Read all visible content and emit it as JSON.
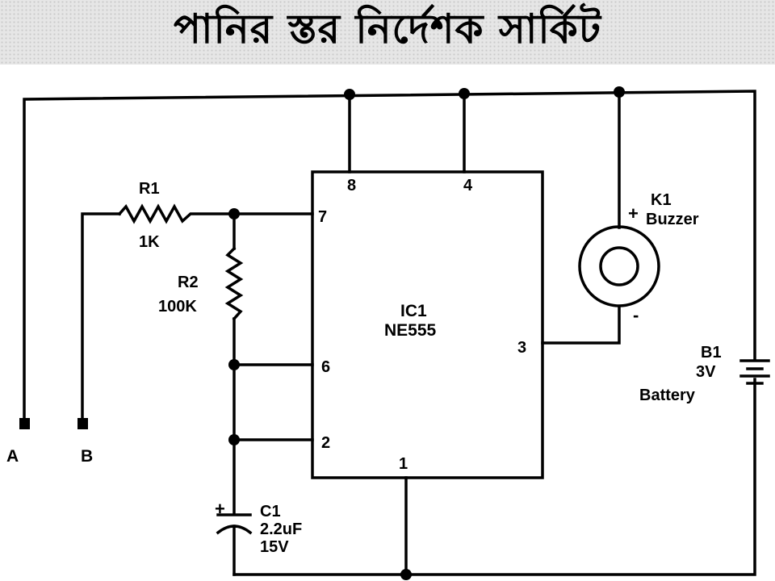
{
  "title": "পানির স্তর নির্দেশক সার্কিট",
  "terminals": {
    "a": "A",
    "b": "B"
  },
  "ic": {
    "name": "IC1",
    "part": "NE555",
    "pins": {
      "p8": "8",
      "p4": "4",
      "p7": "7",
      "p6": "6",
      "p2": "2",
      "p3": "3",
      "p1": "1"
    }
  },
  "r1": {
    "ref": "R1",
    "value": "1K"
  },
  "r2": {
    "ref": "R2",
    "value": "100K"
  },
  "c1": {
    "ref": "C1",
    "value": "2.2uF",
    "voltage": "15V",
    "polarity": "+"
  },
  "k1": {
    "ref": "K1",
    "type": "Buzzer",
    "plus": "+",
    "minus": "-"
  },
  "b1": {
    "ref": "B1",
    "value": "3V",
    "type": "Battery"
  }
}
